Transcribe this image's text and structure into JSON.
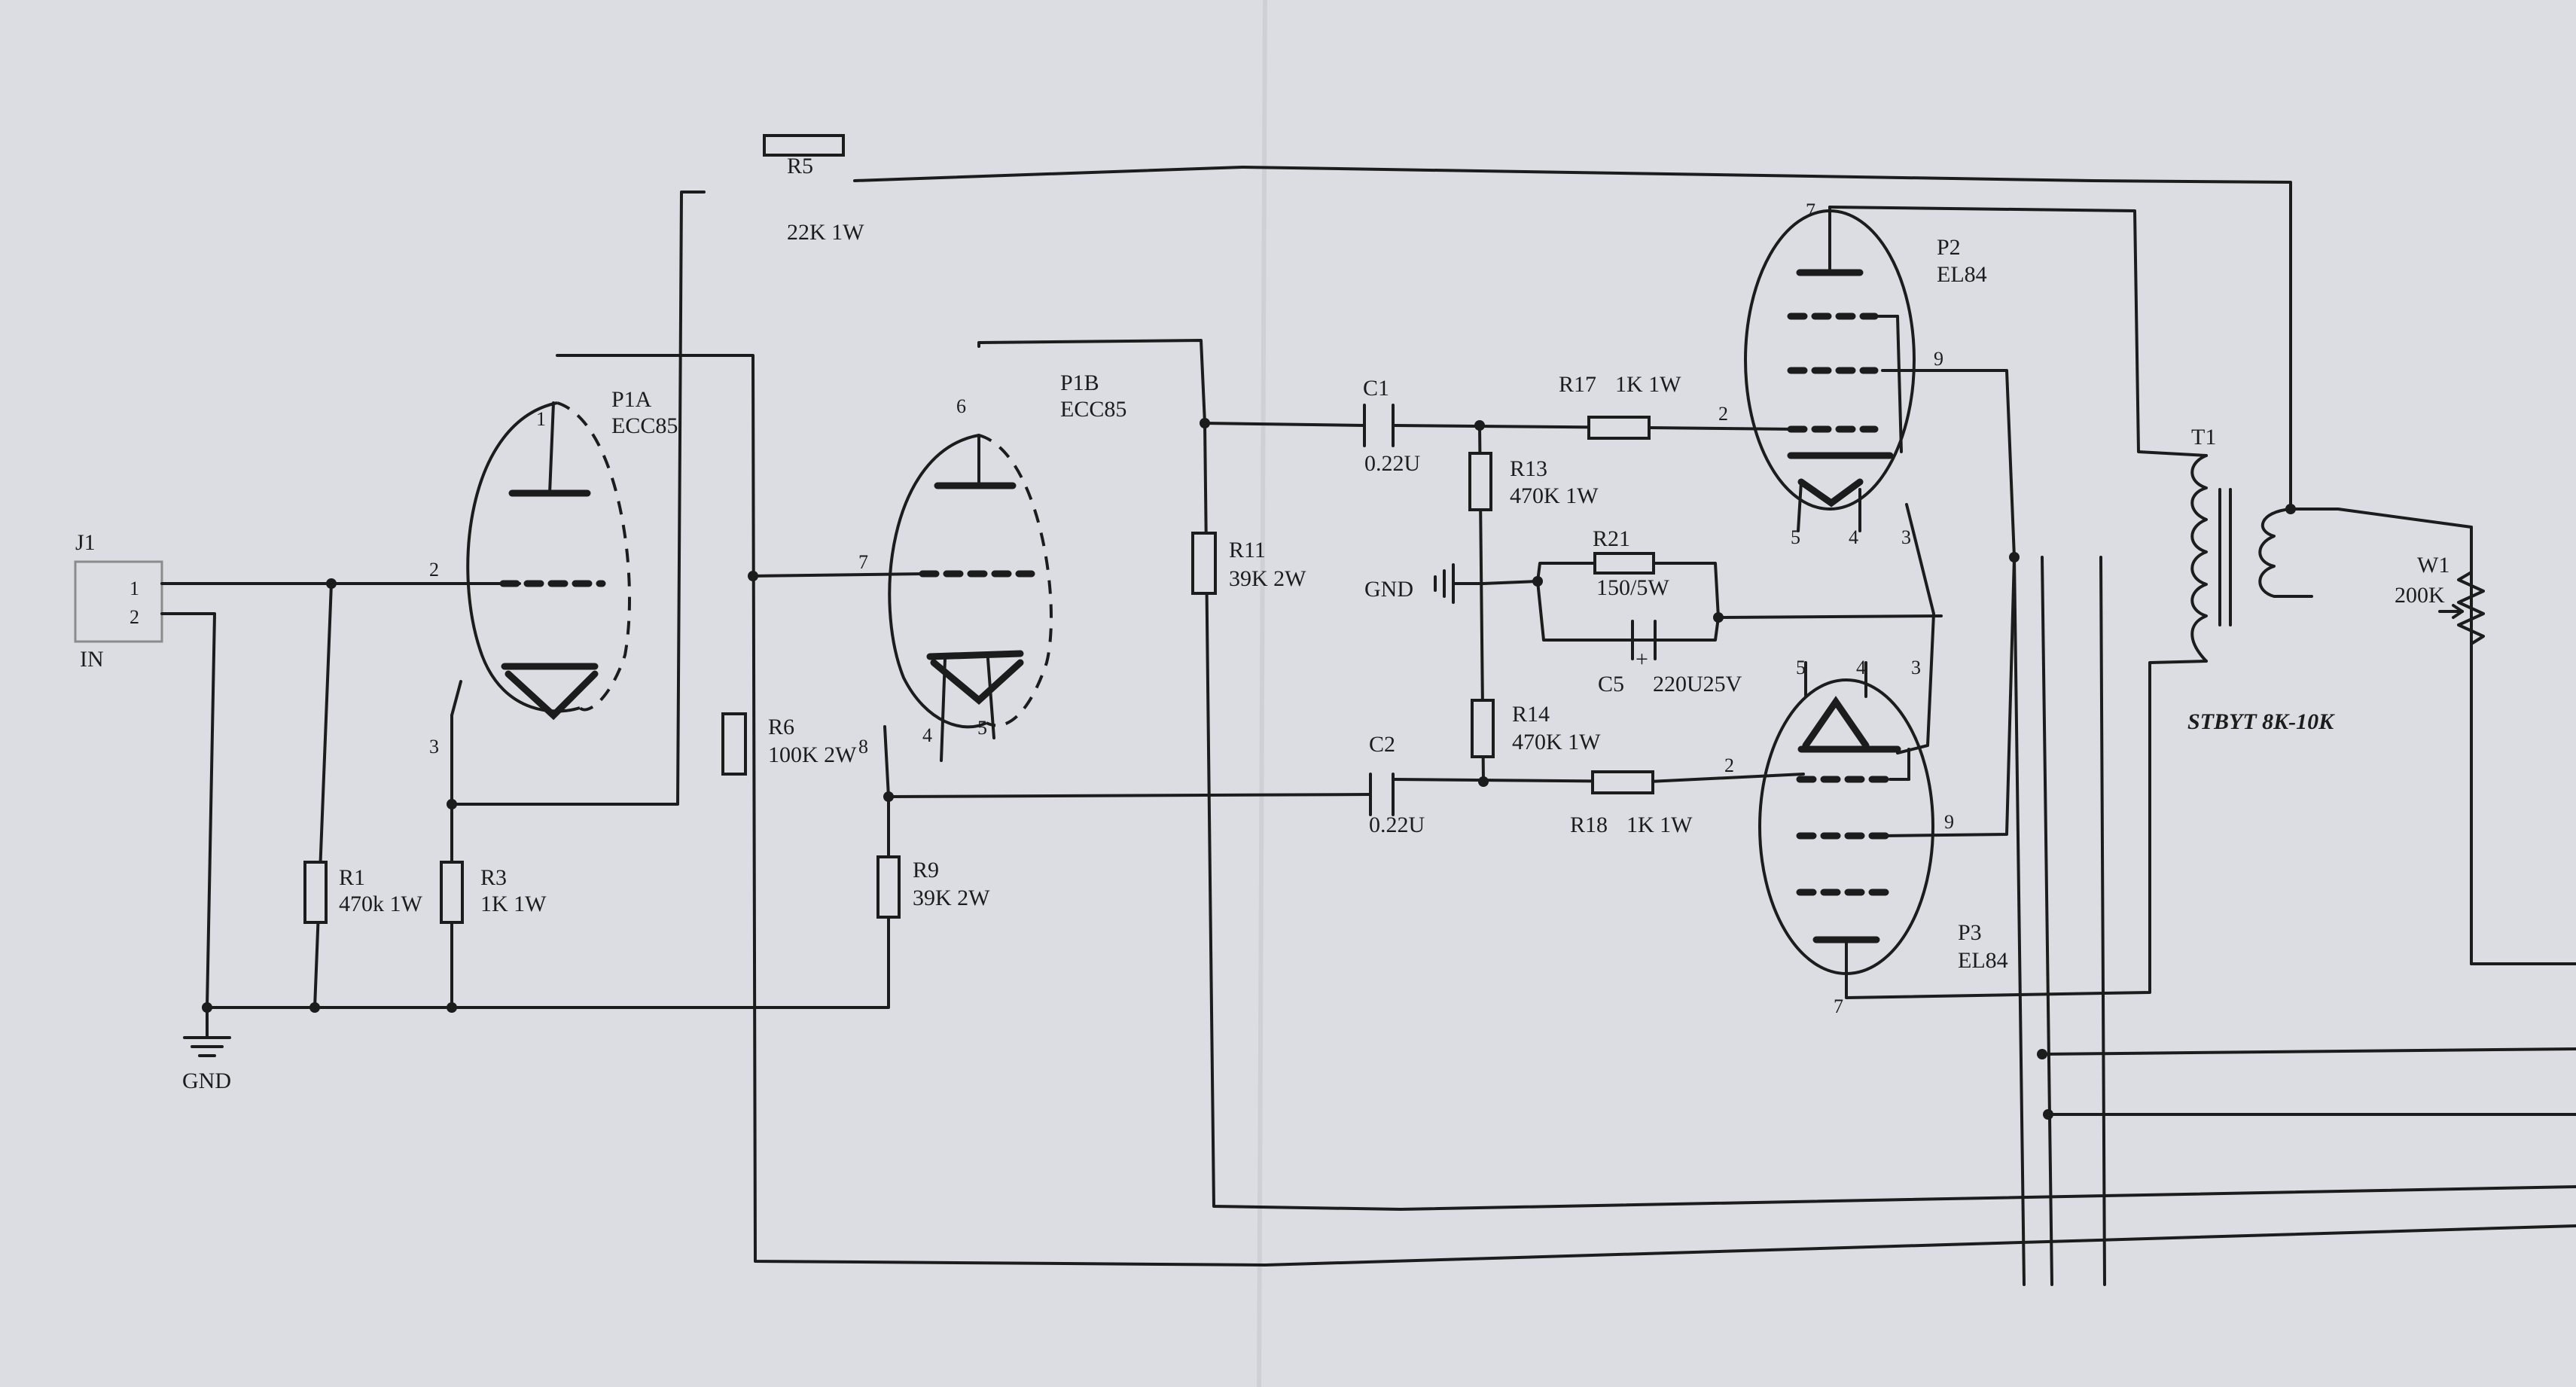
{
  "connector": {
    "ref": "J1",
    "pin1": "1",
    "pin2": "2",
    "label": "IN"
  },
  "ground": {
    "label": "GND"
  },
  "tubes": {
    "p1a": {
      "ref": "P1A",
      "type": "ECC85",
      "pin_plate": "1",
      "pin_grid": "2",
      "pin_cathode": "3"
    },
    "p1b": {
      "ref": "P1B",
      "type": "ECC85",
      "pin_plate": "6",
      "pin_grid": "7",
      "pin_heater_a": "4",
      "pin_heater_b": "5",
      "pin_cathode": "8"
    },
    "p2": {
      "ref": "P2",
      "type": "EL84",
      "pin_plate": "7",
      "pin_screen": "9",
      "pin_grid": "2",
      "pin_cathode": "3",
      "pin_heater_a": "5",
      "pin_heater_b": "4"
    },
    "p3": {
      "ref": "P3",
      "type": "EL84",
      "pin_plate": "7",
      "pin_screen": "9",
      "pin_grid": "2",
      "pin_cathode": "3",
      "pin_heater_a": "5",
      "pin_heater_b": "4"
    }
  },
  "resistors": {
    "r1": {
      "ref": "R1",
      "value": "470k 1W"
    },
    "r3": {
      "ref": "R3",
      "value": "1K 1W"
    },
    "r5": {
      "ref": "R5",
      "value": "22K 1W"
    },
    "r6": {
      "ref": "R6",
      "value": "100K 2W"
    },
    "r9": {
      "ref": "R9",
      "value": "39K 2W"
    },
    "r11": {
      "ref": "R11",
      "value": "39K 2W"
    },
    "r13": {
      "ref": "R13",
      "value": "470K 1W"
    },
    "r14": {
      "ref": "R14",
      "value": "470K 1W"
    },
    "r17": {
      "ref": "R17",
      "value": "1K 1W"
    },
    "r18": {
      "ref": "R18",
      "value": "1K 1W"
    },
    "r21": {
      "ref": "R21",
      "value": "150/5W"
    }
  },
  "capacitors": {
    "c1": {
      "ref": "C1",
      "value": "0.22U"
    },
    "c2": {
      "ref": "C2",
      "value": "0.22U"
    },
    "c5": {
      "ref": "C5",
      "value": "220U25V",
      "polarity": "+"
    }
  },
  "transformer": {
    "ref": "T1",
    "note": "STBYT  8K-10K"
  },
  "potentiometer": {
    "ref": "W1",
    "value": "200K"
  },
  "colors": {
    "ink": "#1c1c1c",
    "paper": "#dcdde2"
  }
}
